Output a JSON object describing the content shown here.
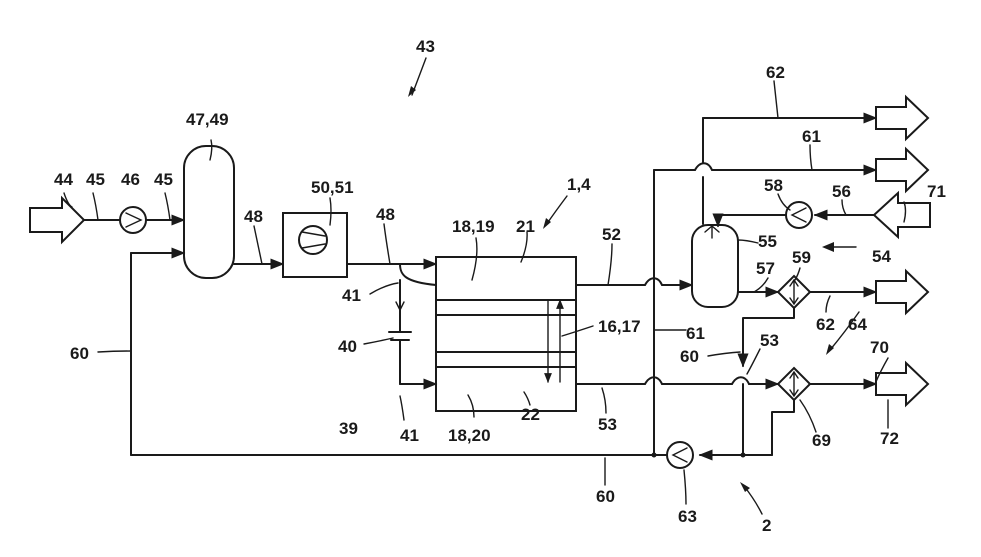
{
  "labels": {
    "l43": "43",
    "l44": "44",
    "l45a": "45",
    "l46": "46",
    "l45b": "45",
    "l4749": "47,49",
    "l48a": "48",
    "l5051": "50,51",
    "l48b": "48",
    "l1819": "18,19",
    "l21": "21",
    "l14": "1,4",
    "l52": "52",
    "l41a": "41",
    "l40": "40",
    "l39": "39",
    "l41b": "41",
    "l1617": "16,17",
    "l1820": "18,20",
    "l22": "22",
    "l53a": "53",
    "l60a": "60",
    "l61a": "61",
    "l60b": "60",
    "l53b": "53",
    "l62a": "62",
    "l61b": "61",
    "l58": "58",
    "l56": "56",
    "l71": "71",
    "l55": "55",
    "l59": "59",
    "l54": "54",
    "l57": "57",
    "l62b": "62",
    "l64": "64",
    "l70": "70",
    "l69": "69",
    "l72": "72",
    "l60c": "60",
    "l63": "63",
    "l2": "2"
  },
  "icons": {
    "inlet": "hollow-arrow-icon",
    "outlet": "hollow-arrow-icon",
    "pump": "pump-icon",
    "compressor": "compressor-icon",
    "heat_exchanger": "heat-exchanger-icon"
  }
}
